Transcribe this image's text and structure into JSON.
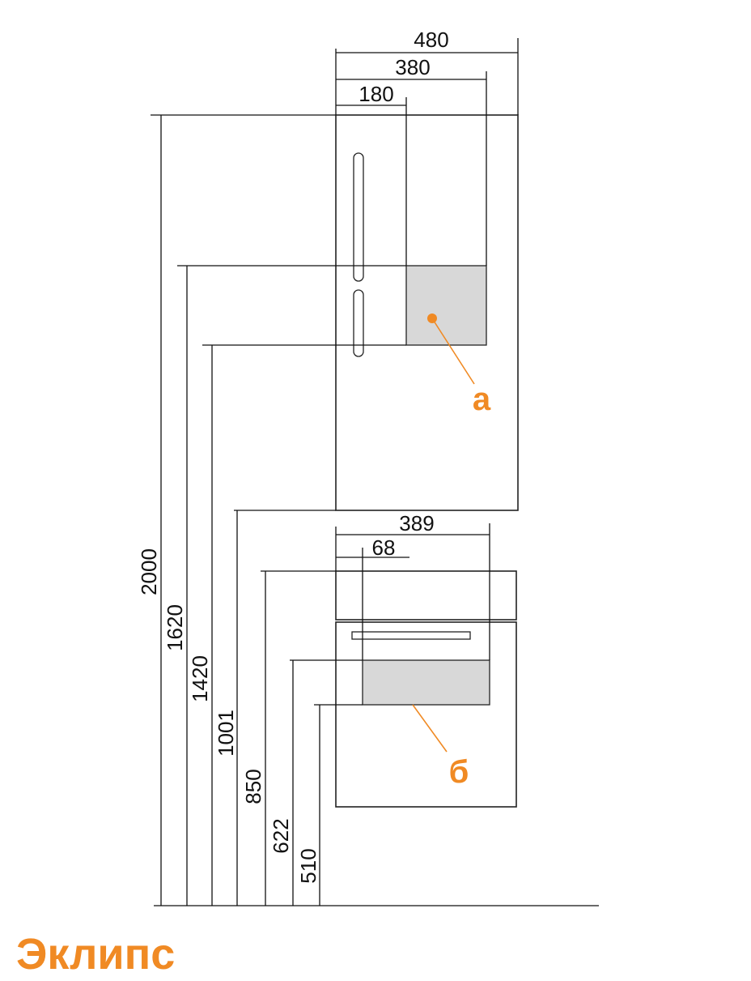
{
  "colors": {
    "accent": "#f08a24",
    "cutout_fill": "#d8d8d8",
    "line": "#111111"
  },
  "dimensions": {
    "width_480": "480",
    "width_380": "380",
    "width_180": "180",
    "width_389": "389",
    "width_68": "68",
    "height_2000": "2000",
    "height_1620": "1620",
    "height_1420": "1420",
    "height_1001": "1001",
    "height_850": "850",
    "height_622": "622",
    "height_510": "510"
  },
  "callouts": {
    "a": "а",
    "b": "б"
  },
  "brand": "Эклипс"
}
